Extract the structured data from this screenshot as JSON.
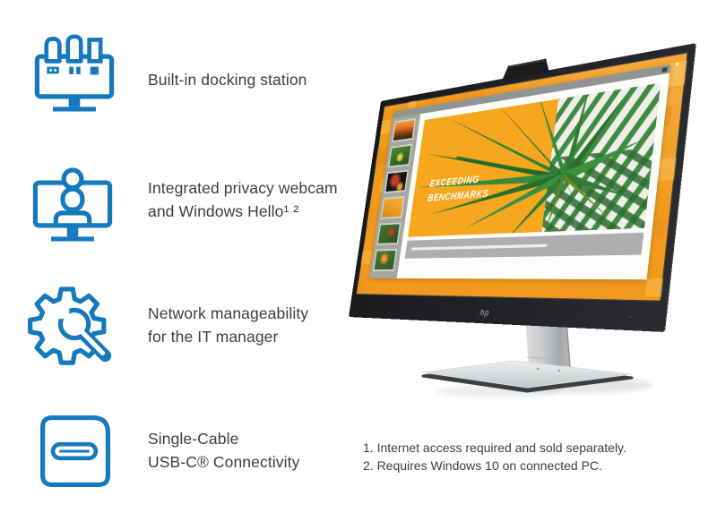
{
  "features": [
    {
      "icon": "docking-station-icon",
      "lines": [
        "Built-in docking station"
      ]
    },
    {
      "icon": "privacy-webcam-icon",
      "lines": [
        "Integrated privacy webcam",
        "and Windows Hello¹ ²"
      ]
    },
    {
      "icon": "network-manageability-icon",
      "lines": [
        "Network manageability",
        "for the IT manager"
      ]
    },
    {
      "icon": "usb-c-icon",
      "lines": [
        "Single-Cable",
        "USB-C® Connectivity"
      ]
    }
  ],
  "footnotes": [
    "1. Internet access required and sold separately.",
    "2. Requires Windows 10 on connected PC.",
    ""
  ],
  "monitor": {
    "brand_logo": "hp",
    "screen": {
      "slide_title_line1": "EXCEEDING",
      "slide_title_line2": "BENCHMARKS",
      "thumbnails": [
        "sunset-landscape",
        "green-plant-yellow-flower",
        "red-flower-on-dark",
        "orange-flower-texture",
        "jungle-parrot",
        "bird-of-paradise-flower"
      ]
    }
  },
  "colors": {
    "accent_blue": "#1479BD",
    "text": "#3E3E3E",
    "wallpaper_orange": "#F0991C",
    "slide_orange": "#F7A71E",
    "palm_green": "#2E7D32"
  }
}
